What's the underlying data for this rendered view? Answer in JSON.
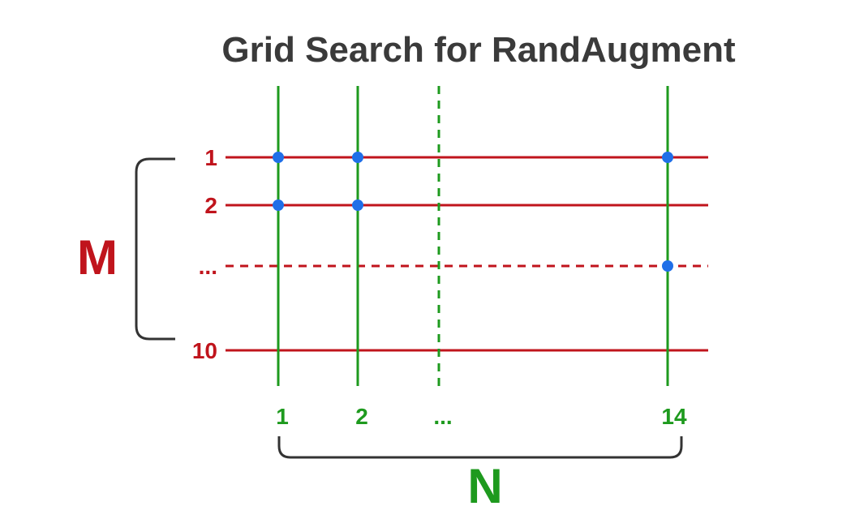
{
  "title": "Grid Search for RandAugment",
  "colors": {
    "title": "#3a3a3a",
    "m_axis": "#c0141c",
    "n_axis": "#1e9a1e",
    "point": "#1f6fe8",
    "bracket": "#333333"
  },
  "m_axis": {
    "letter": "M",
    "labels": [
      "1",
      "2",
      "...",
      "10"
    ],
    "line_styles": [
      "solid",
      "solid",
      "dashed",
      "solid"
    ]
  },
  "n_axis": {
    "letter": "N",
    "labels": [
      "1",
      "2",
      "...",
      "14"
    ],
    "line_styles": [
      "solid",
      "solid",
      "dashed",
      "solid"
    ]
  },
  "points": [
    {
      "m": "1",
      "n": "1"
    },
    {
      "m": "1",
      "n": "2"
    },
    {
      "m": "1",
      "n": "14"
    },
    {
      "m": "2",
      "n": "1"
    },
    {
      "m": "2",
      "n": "2"
    },
    {
      "m": "...",
      "n": "14"
    }
  ]
}
